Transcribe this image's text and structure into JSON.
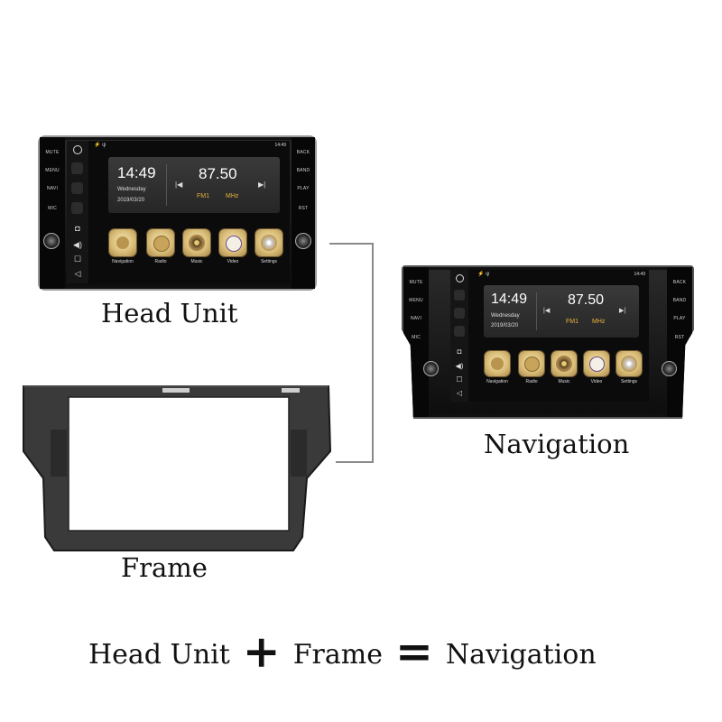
{
  "labels": {
    "head_unit": "Head Unit",
    "frame": "Frame",
    "navigation": "Navigation"
  },
  "equation": {
    "left": "Head Unit",
    "plus": "+",
    "middle": "Frame",
    "equals": "=",
    "right": "Navigation"
  },
  "device": {
    "status_time": "14:49",
    "side_buttons_left": [
      "MUTE",
      "MENU",
      "NAVI",
      "MIC"
    ],
    "side_buttons_right": [
      "BACK",
      "BAND",
      "PLAY",
      "RST"
    ],
    "clock_time": "14:49",
    "weekday": "Wednesday",
    "date": "2019/03/20",
    "radio_frequency": "87.50",
    "radio_band": "FM1",
    "radio_unit": "MHz",
    "apps": [
      "Navigation",
      "Radio",
      "Music",
      "Video",
      "Settings"
    ]
  },
  "colors": {
    "accent_gold": "#e7b23a",
    "frame_gray": "#3a3a3a",
    "connector_gray": "#8a8a8a"
  }
}
